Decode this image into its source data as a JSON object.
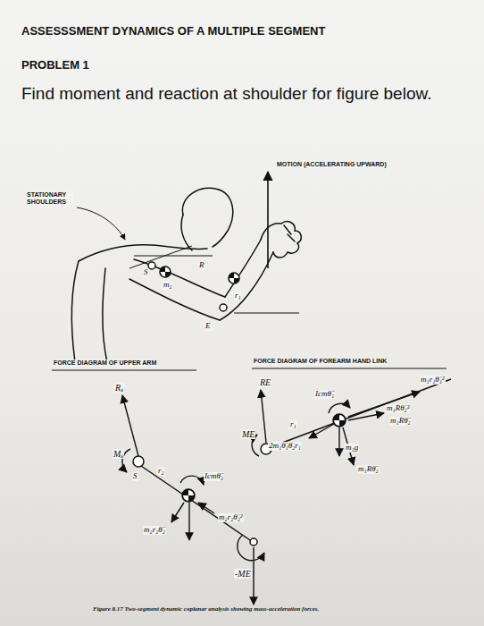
{
  "diagram": {
    "title": "ASSESSSMENT DYNAMICS OF A MULTIPLE SEGMENT",
    "caption": "Figure 8.17 Two-segment dynamic coplanar analysis showing mass-acceleration forces.",
    "labels": [
      "PROBLEM 1",
      "Find moment and reaction at shoulder for figure below.",
      "STATIONARY SHOULDERS",
      "MOTION (ACCELERATING UPWARD)",
      "S",
      "m₂",
      "R",
      "r₁",
      "E",
      "FORCE DIAGRAM OF UPPER ARM",
      "Rₛ",
      "Mₛ",
      "S",
      "r₂",
      "Icmθ̈₂",
      "m₂r₂θ̇₂²",
      "m₂r₂θ̈₂",
      "-ME",
      "FORCE DIAGRAM OF FOREARM HAND LINK",
      "RE",
      "ME",
      "Icmθ̈₁",
      "m₁r₁θ̇₁²",
      "m₁Rθ̇₂²",
      "m₁Rθ̈₂",
      "r₁",
      "2m₁θ̇₁θ̇₂r₁",
      "m₁g",
      "m₁Rθ̈₂"
    ]
  }
}
